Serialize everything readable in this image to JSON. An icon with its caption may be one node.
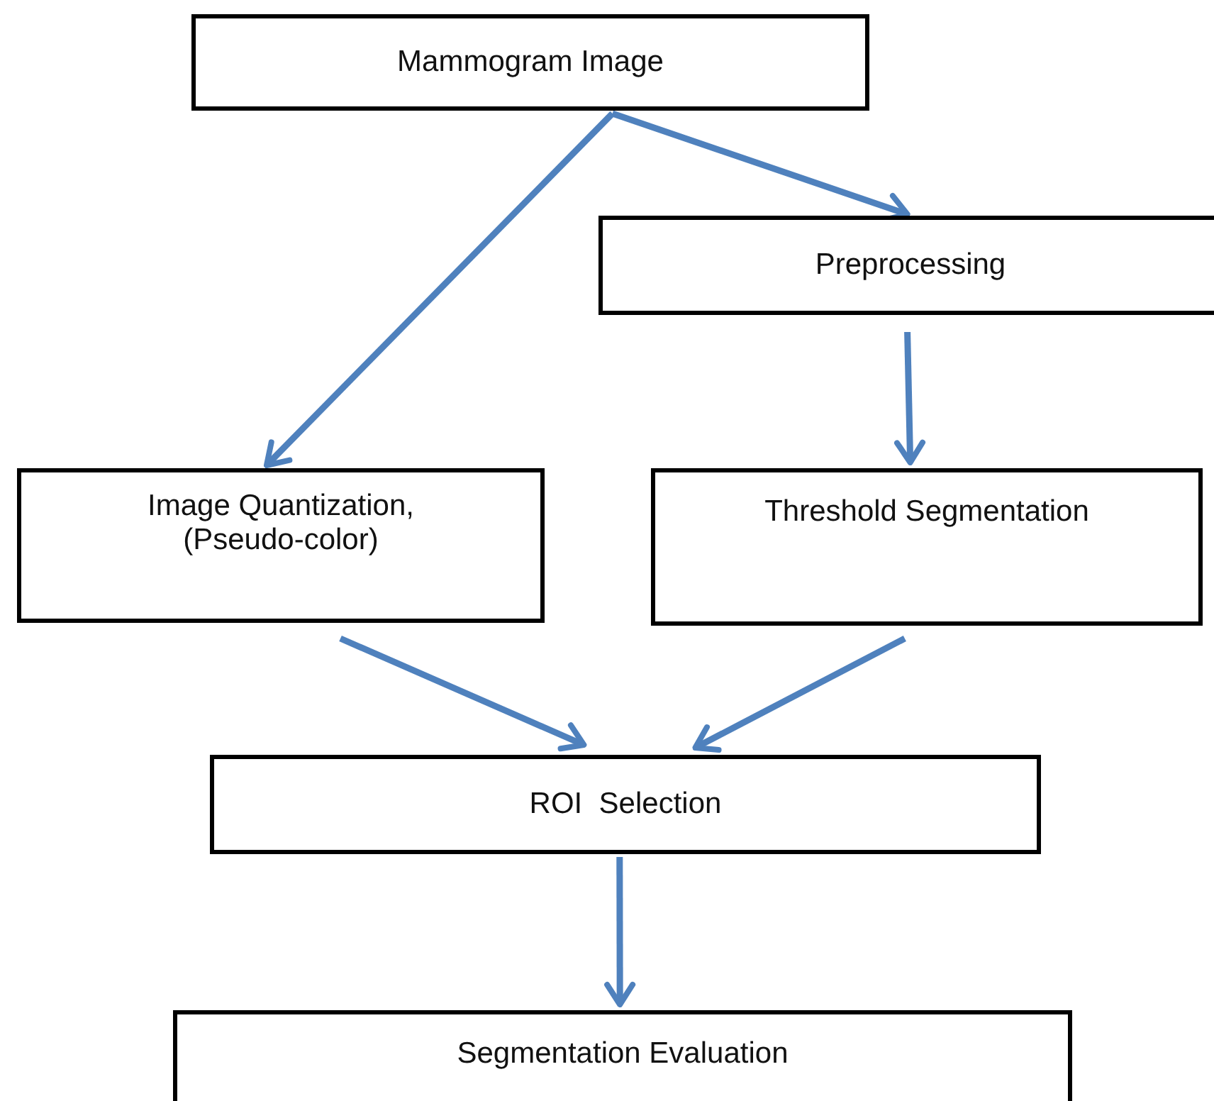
{
  "diagram": {
    "nodes": [
      {
        "text": [
          "Mammogram Image"
        ]
      },
      {
        "text": [
          "Preprocessing"
        ]
      },
      {
        "text": [
          "Image Quantization, (Pseudo-color)"
        ]
      },
      {
        "text": [
          "Threshold Segmentation"
        ]
      },
      {
        "text": [
          "ROI  Selection"
        ]
      },
      {
        "text": [
          "Segmentation Evaluation"
        ]
      }
    ],
    "edges": [
      {
        "from": 0,
        "to": 1,
        "arrow": "to"
      },
      {
        "from": 0,
        "to": 2,
        "arrow": "to"
      },
      {
        "from": 1,
        "to": 3,
        "arrow": "to"
      },
      {
        "from": 2,
        "to": 4,
        "arrow": "to"
      },
      {
        "from": 3,
        "to": 4,
        "arrow": "to"
      },
      {
        "from": 4,
        "to": 5,
        "arrow": "to"
      }
    ]
  }
}
